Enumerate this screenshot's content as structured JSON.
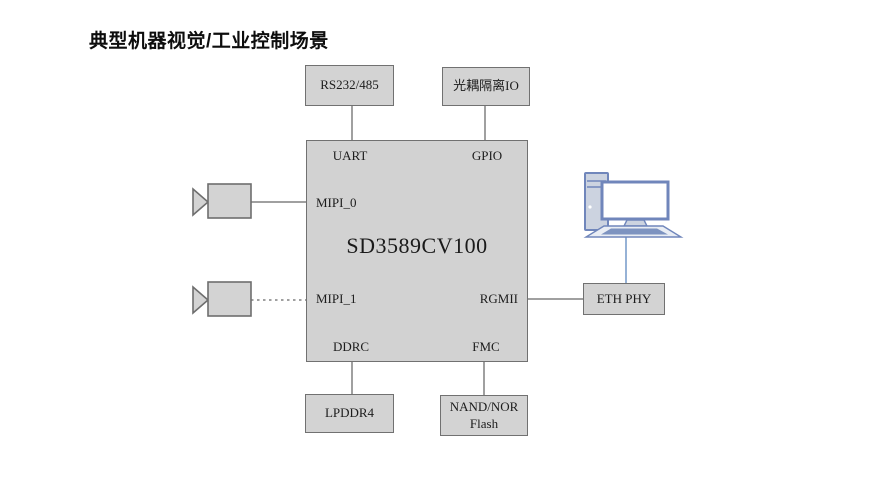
{
  "title": "典型机器视觉/工业控制场景",
  "chip": {
    "label": "SD3589CV100",
    "ports": {
      "uart": "UART",
      "gpio": "GPIO",
      "mipi0": "MIPI_0",
      "mipi1": "MIPI_1",
      "rgmii": "RGMII",
      "ddrc": "DDRC",
      "fmc": "FMC"
    }
  },
  "peripherals": {
    "rs232": "RS232/485",
    "opto_io": "光耦隔离IO",
    "lpddr4": "LPDDR4",
    "flash": {
      "line1": "NAND/NOR",
      "line2": "Flash"
    },
    "eth_phy": "ETH PHY"
  },
  "icons": {
    "camera0": "camera-icon",
    "camera1": "camera-icon",
    "host_pc": "desktop-computer-icon"
  },
  "connections": [
    {
      "from": "RS232/485",
      "to": "UART",
      "style": "solid"
    },
    {
      "from": "光耦隔离IO",
      "to": "GPIO",
      "style": "solid"
    },
    {
      "from": "camera-0",
      "to": "MIPI_0",
      "style": "solid"
    },
    {
      "from": "camera-1",
      "to": "MIPI_1",
      "style": "dotted"
    },
    {
      "from": "ETH PHY",
      "to": "RGMII",
      "style": "solid"
    },
    {
      "from": "desktop-pc",
      "to": "ETH PHY",
      "style": "solid-blue"
    },
    {
      "from": "LPDDR4",
      "to": "DDRC",
      "style": "solid"
    },
    {
      "from": "NAND/NOR Flash",
      "to": "FMC",
      "style": "solid"
    }
  ],
  "colors": {
    "box_fill": "#d3d3d3",
    "box_border": "#717171",
    "line_gray": "#808080",
    "pc_blue": "#7086bb",
    "pc_line_blue": "#8aaad2",
    "background": "#ffffff"
  }
}
